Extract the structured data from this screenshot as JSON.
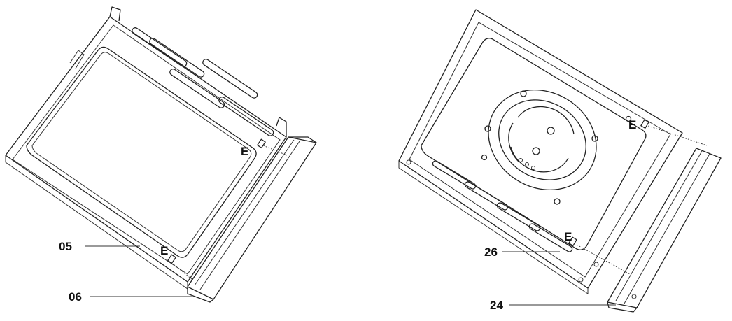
{
  "left_assembly": {
    "callouts": [
      {
        "id": "05",
        "label": "05"
      },
      {
        "id": "06",
        "label": "06"
      }
    ],
    "fastener_marks": [
      "E",
      "E"
    ]
  },
  "right_assembly": {
    "callouts": [
      {
        "id": "26",
        "label": "26"
      },
      {
        "id": "24",
        "label": "24"
      }
    ],
    "fastener_marks": [
      "E",
      "E"
    ]
  }
}
